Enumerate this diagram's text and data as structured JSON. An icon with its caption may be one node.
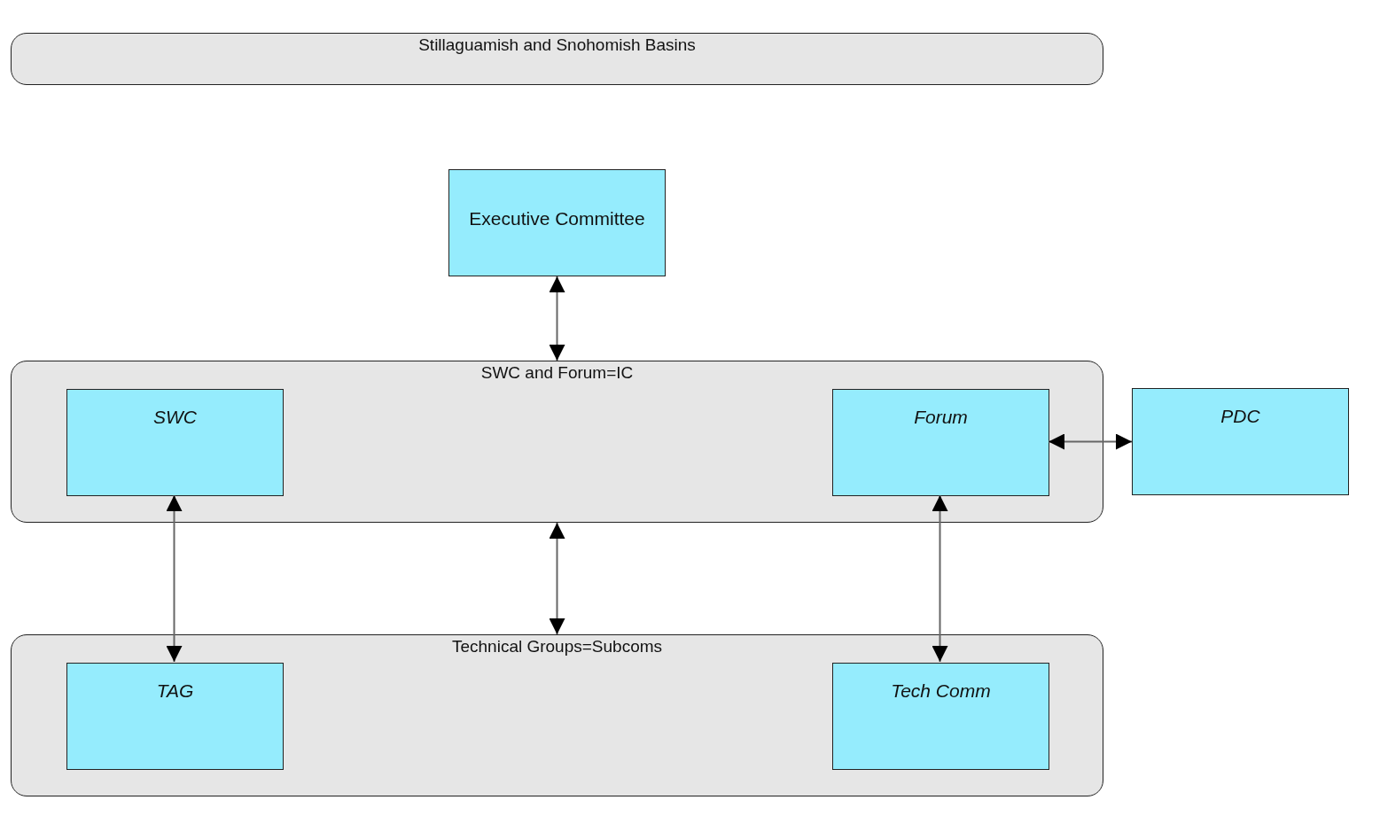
{
  "diagram": {
    "nodes": [
      {
        "text": [
          "Stillaguamish and Snohomish Basins"
        ]
      },
      {
        "text": [
          "Executive Committee"
        ]
      },
      {
        "text": [
          "SWC and Forum=IC"
        ]
      },
      {
        "text": [
          "SWC"
        ],
        "in": 2
      },
      {
        "text": [
          "Forum"
        ],
        "in": 2
      },
      {
        "text": [
          "PDC"
        ]
      },
      {
        "text": [
          "Technical Groups=Subcoms"
        ]
      },
      {
        "text": [
          "TAG"
        ],
        "in": 6
      },
      {
        "text": [
          "Tech Comm"
        ],
        "in": 6
      }
    ],
    "edges": [
      {
        "from": 1,
        "to": 2,
        "arrow": "both"
      },
      {
        "from": 4,
        "to": 5,
        "arrow": "both"
      },
      {
        "from": 3,
        "to": 7,
        "arrow": "both"
      },
      {
        "from": 2,
        "to": 6,
        "arrow": "both"
      },
      {
        "from": 4,
        "to": 8,
        "arrow": "both"
      }
    ]
  }
}
